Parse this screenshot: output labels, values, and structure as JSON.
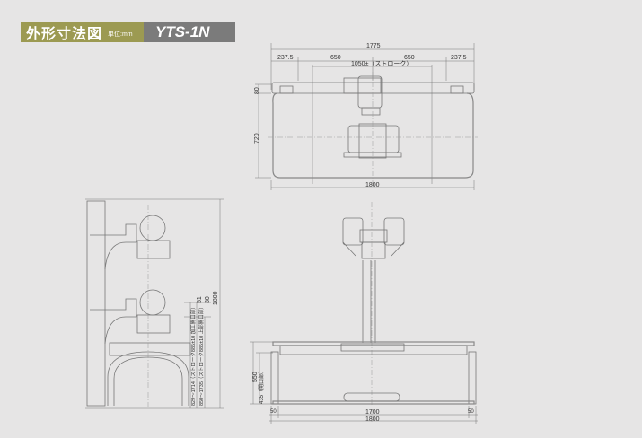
{
  "header": {
    "title": "外形寸法図",
    "unit": "単位:mm",
    "model": "YTS-1N"
  },
  "colors": {
    "header_accent": "#9c9a52",
    "header_model_bg": "#7b7b7b",
    "background": "#e6e5e5"
  },
  "top_view": {
    "overall_width": "1775",
    "segments": [
      "237.5",
      "650",
      "650",
      "237.5"
    ],
    "stroke": "1050±（ストローク）",
    "rail_height": "80",
    "table_depth": "720",
    "table_width": "1800"
  },
  "side_view": {
    "overall_height": "1800",
    "dim_51": "51",
    "dim_30": "30",
    "range_1": "829～1714（ストローク885±10 加工開口部）",
    "range_2": "850～1735（ストローク885±10 上部開口部）"
  },
  "front_view": {
    "height": "550",
    "opening": "435（開口部）",
    "left_margin": "50",
    "inner_width": "1700",
    "right_margin": "50",
    "overall_width": "1800"
  }
}
